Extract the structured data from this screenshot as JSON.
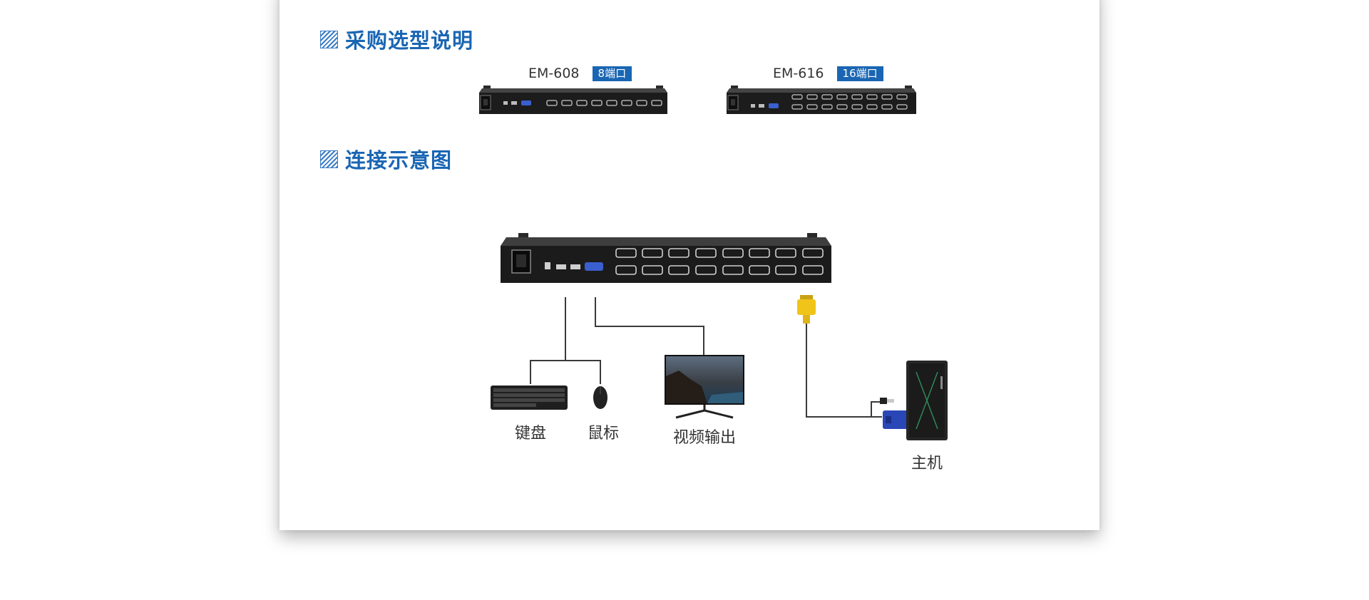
{
  "sections": [
    {
      "title": "采购选型说明"
    },
    {
      "title": "连接示意图"
    }
  ],
  "models": [
    {
      "name": "EM-608",
      "ports": "8端口"
    },
    {
      "name": "EM-616",
      "ports": "16端口"
    }
  ],
  "peripherals": {
    "keyboard": "键盘",
    "mouse": "鼠标",
    "monitor": "视频输出",
    "host": "主机"
  },
  "colors": {
    "accent": "#1a66b3",
    "device_body": "#1c1c1c",
    "vga_blue": "#2a47b8",
    "vga_yellow": "#f0c419"
  }
}
